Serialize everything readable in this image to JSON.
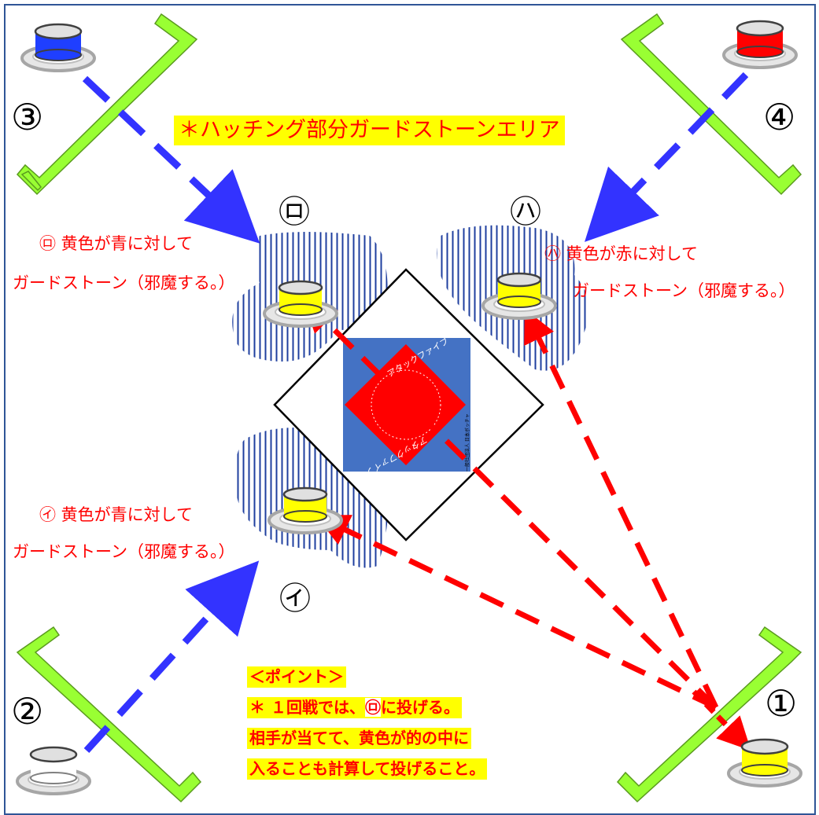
{
  "title_banner": "＊ハッチング部分ガードストーンエリア",
  "positions": {
    "p1": "①",
    "p2": "②",
    "p3": "③",
    "p4": "④"
  },
  "zones": {
    "i": "㋑",
    "ro": "㋺",
    "ha": "㋩"
  },
  "annotations": {
    "ro_line1": "㋺ 黄色が青に対して",
    "ro_line2": "ガードストーン（邪魔する。）",
    "ha_line1": "㋩ 黄色が赤に対して",
    "ha_line2": "ガードストーン（邪魔する。）",
    "i_line1": "㋑ 黄色が青に対して",
    "i_line2": "ガードストーン（邪魔する。）"
  },
  "target": {
    "ring_text": "アタックファイブ",
    "ring_text_bottom": "アタックファイブ",
    "footer_text": "一般社団法人 日本ボッチャ"
  },
  "point_box": {
    "heading": "＜ポイント＞",
    "line1_prefix": "＊ １回戦では、",
    "line1_mark": "㋺",
    "line1_suffix": "に投げる。",
    "line2": "相手が当てて、黄色が的の中に",
    "line3": "入ることも計算して投げること。"
  },
  "colors": {
    "red_stone": "#ff0000",
    "blue_stone": "#1f3fff",
    "yellow_stone": "#ffff00",
    "white_stone": "#ffffff",
    "guard_green": "#99ff33",
    "arrow_red": "#ff0000",
    "arrow_blue": "#3333ff",
    "target_blue": "#4472c4",
    "hatch_blue": "#1f3f9f"
  }
}
